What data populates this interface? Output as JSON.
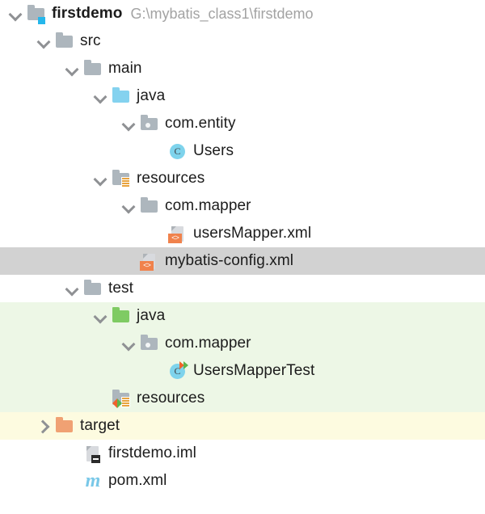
{
  "panel": {
    "name": "project-tree",
    "selected_row": "mybatis-config.xml"
  },
  "colors": {
    "selection_background": "#d2d2d2",
    "test_source_background": "#edf7e6",
    "excluded_background": "#fdfbe0",
    "source_folder_blue": "#84d2ef",
    "test_folder_green": "#7fcb63",
    "excluded_folder_orange": "#f0a173",
    "folder_grey": "#adb6bd",
    "class_icon_cyan": "#7ed3ec",
    "xml_badge_orange": "#f0824c",
    "resource_stripe_orange": "#e8a33d",
    "maven_blue": "#79c8e8",
    "label_text": "#1c1c1c",
    "path_text": "#a3a3a3"
  },
  "rows": [
    {
      "label": "firstdemo",
      "path": "G:\\mybatis_class1\\firstdemo",
      "icon": "module-folder-icon",
      "chevron": "chevron-down-icon",
      "depth": 0,
      "bold": true,
      "state": "normal",
      "name": "tree-row-firstdemo"
    },
    {
      "label": "src",
      "path": "",
      "icon": "folder-icon",
      "chevron": "chevron-down-icon",
      "depth": 1,
      "bold": false,
      "state": "normal",
      "name": "tree-row-src"
    },
    {
      "label": "main",
      "path": "",
      "icon": "folder-icon",
      "chevron": "chevron-down-icon",
      "depth": 2,
      "bold": false,
      "state": "normal",
      "name": "tree-row-main"
    },
    {
      "label": "java",
      "path": "",
      "icon": "source-folder-icon",
      "chevron": "chevron-down-icon",
      "depth": 3,
      "bold": false,
      "state": "normal",
      "name": "tree-row-main-java"
    },
    {
      "label": "com.entity",
      "path": "",
      "icon": "package-icon",
      "chevron": "chevron-down-icon",
      "depth": 4,
      "bold": false,
      "state": "normal",
      "name": "tree-row-com-entity"
    },
    {
      "label": "Users",
      "path": "",
      "icon": "java-class-icon",
      "chevron": "none",
      "depth": 5,
      "bold": false,
      "state": "normal",
      "name": "tree-row-users"
    },
    {
      "label": "resources",
      "path": "",
      "icon": "resources-folder-icon",
      "chevron": "chevron-down-icon",
      "depth": 3,
      "bold": false,
      "state": "normal",
      "name": "tree-row-main-resources"
    },
    {
      "label": "com.mapper",
      "path": "",
      "icon": "folder-icon",
      "chevron": "chevron-down-icon",
      "depth": 4,
      "bold": false,
      "state": "normal",
      "name": "tree-row-main-com-mapper"
    },
    {
      "label": "usersMapper.xml",
      "path": "",
      "icon": "xml-file-icon",
      "chevron": "none",
      "depth": 5,
      "bold": false,
      "state": "normal",
      "name": "tree-row-usersmapper-xml"
    },
    {
      "label": "mybatis-config.xml",
      "path": "",
      "icon": "xml-file-icon",
      "chevron": "none",
      "depth": 4,
      "bold": false,
      "state": "selected",
      "name": "tree-row-mybatis-config-xml"
    },
    {
      "label": "test",
      "path": "",
      "icon": "folder-icon",
      "chevron": "chevron-down-icon",
      "depth": 2,
      "bold": false,
      "state": "normal",
      "name": "tree-row-test"
    },
    {
      "label": "java",
      "path": "",
      "icon": "test-source-folder-icon",
      "chevron": "chevron-down-icon",
      "depth": 3,
      "bold": false,
      "state": "test-source",
      "name": "tree-row-test-java"
    },
    {
      "label": "com.mapper",
      "path": "",
      "icon": "package-icon",
      "chevron": "chevron-down-icon",
      "depth": 4,
      "bold": false,
      "state": "test-source",
      "name": "tree-row-test-com-mapper"
    },
    {
      "label": "UsersMapperTest",
      "path": "",
      "icon": "java-test-class-icon",
      "chevron": "none",
      "depth": 5,
      "bold": false,
      "state": "test-source",
      "name": "tree-row-usersmappertest"
    },
    {
      "label": "resources",
      "path": "",
      "icon": "test-resources-folder-icon",
      "chevron": "none",
      "depth": 3,
      "bold": false,
      "state": "test-source",
      "name": "tree-row-test-resources"
    },
    {
      "label": "target",
      "path": "",
      "icon": "excluded-folder-icon",
      "chevron": "chevron-right-icon",
      "depth": 1,
      "bold": false,
      "state": "excluded",
      "name": "tree-row-target"
    },
    {
      "label": "firstdemo.iml",
      "path": "",
      "icon": "iml-file-icon",
      "chevron": "none",
      "depth": 2,
      "bold": false,
      "state": "normal",
      "name": "tree-row-firstdemo-iml"
    },
    {
      "label": "pom.xml",
      "path": "",
      "icon": "maven-pom-icon",
      "chevron": "none",
      "depth": 2,
      "bold": false,
      "state": "normal",
      "name": "tree-row-pom-xml"
    }
  ]
}
